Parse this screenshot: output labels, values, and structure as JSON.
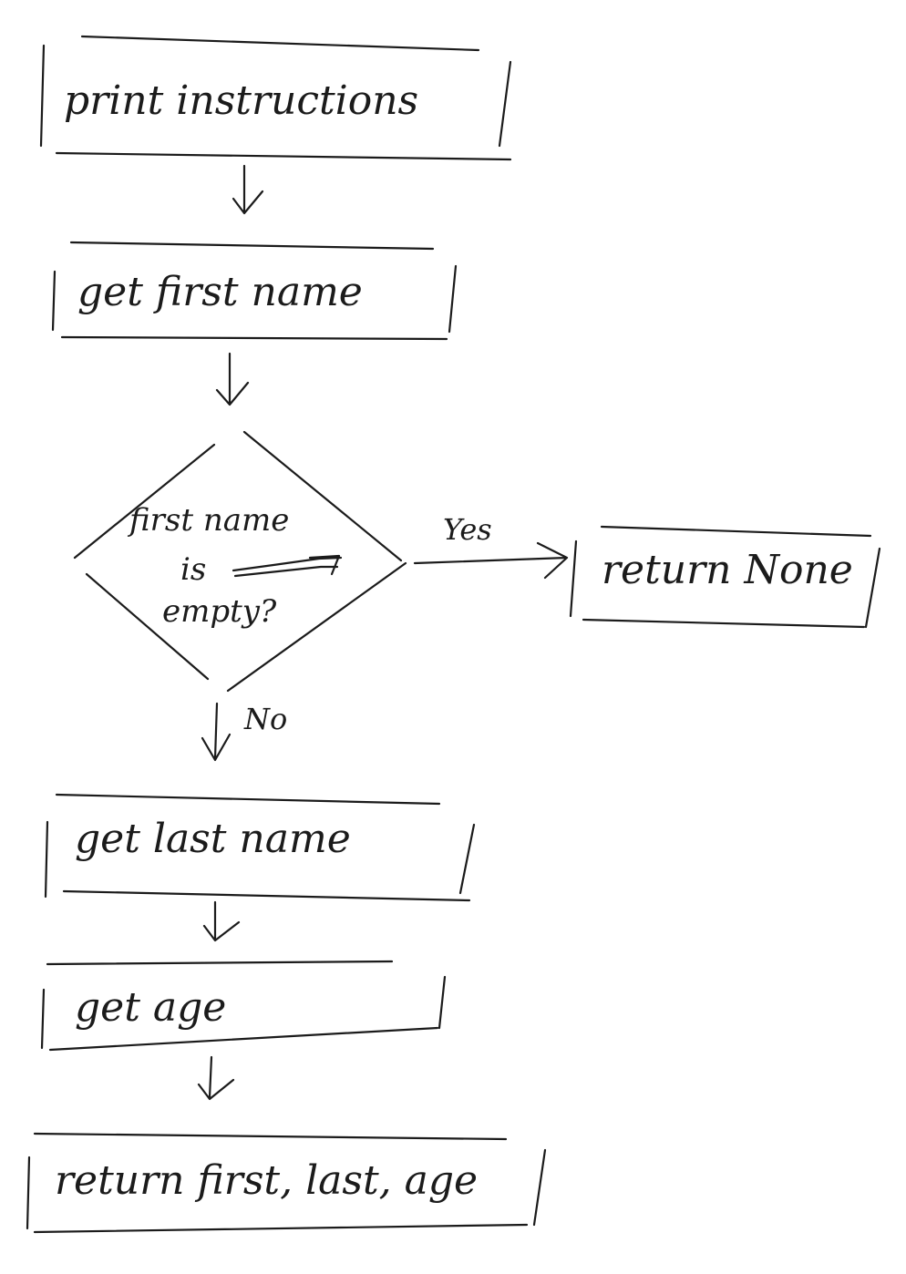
{
  "nodes": {
    "print_instructions": "print instructions",
    "get_first_name": "get first name",
    "decision_line1": "first name",
    "decision_line2": "is",
    "decision_line3": "empty?",
    "return_none": "return None",
    "get_last_name": "get last name",
    "get_age": "get age",
    "return_all": "return first, last, age"
  },
  "edges": {
    "yes_label": "Yes",
    "no_label": "No"
  }
}
